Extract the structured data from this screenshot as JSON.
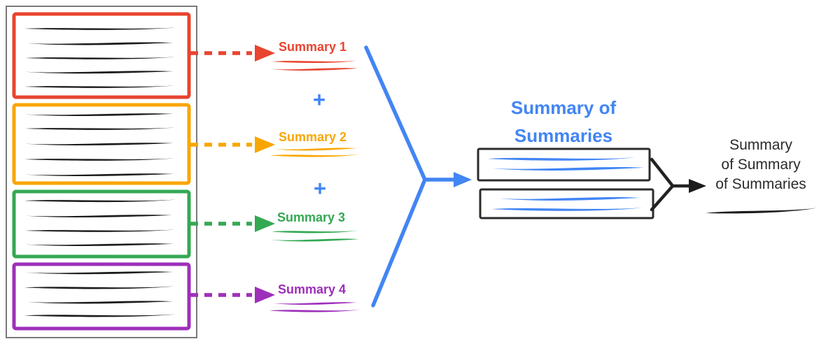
{
  "diagram": {
    "document": {
      "description": "long document split into 4 colored chunks of scribbled text",
      "chunks": [
        {
          "id": "chunk-1",
          "color": "#E8442F",
          "text_lines": 5
        },
        {
          "id": "chunk-2",
          "color": "#F9A602",
          "text_lines": 5
        },
        {
          "id": "chunk-3",
          "color": "#34A853",
          "text_lines": 4
        },
        {
          "id": "chunk-4",
          "color": "#9E2FBA",
          "text_lines": 4
        }
      ]
    },
    "summaries": [
      {
        "label": "Summary 1",
        "color": "#E8442F"
      },
      {
        "label": "Summary 2",
        "color": "#F9A602"
      },
      {
        "label": "Summary 3",
        "color": "#34A853"
      },
      {
        "label": "Summary 4",
        "color": "#9E2FBA"
      }
    ],
    "operators": {
      "plus_top": "+",
      "plus_bottom": "+"
    },
    "merge_title": {
      "line1": "Summary of",
      "line2": "Summaries",
      "color": "#4285F4"
    },
    "merged_boxes": {
      "count": 2,
      "scribble_color": "#4285F4",
      "border_color": "#2B2B2B"
    },
    "final_summary": {
      "line1": "Summary",
      "line2": "of Summary",
      "line3": "of Summaries",
      "color": "#2B2B2B"
    }
  },
  "colors": {
    "red": "#E8442F",
    "orange": "#F9A602",
    "green": "#34A853",
    "purple": "#9E2FBA",
    "blue": "#4285F4",
    "ink_black": "#1C1C1C",
    "outline_gray": "#7A7A7A",
    "box_black": "#2B2B2B",
    "background": "#FFFFFF"
  }
}
